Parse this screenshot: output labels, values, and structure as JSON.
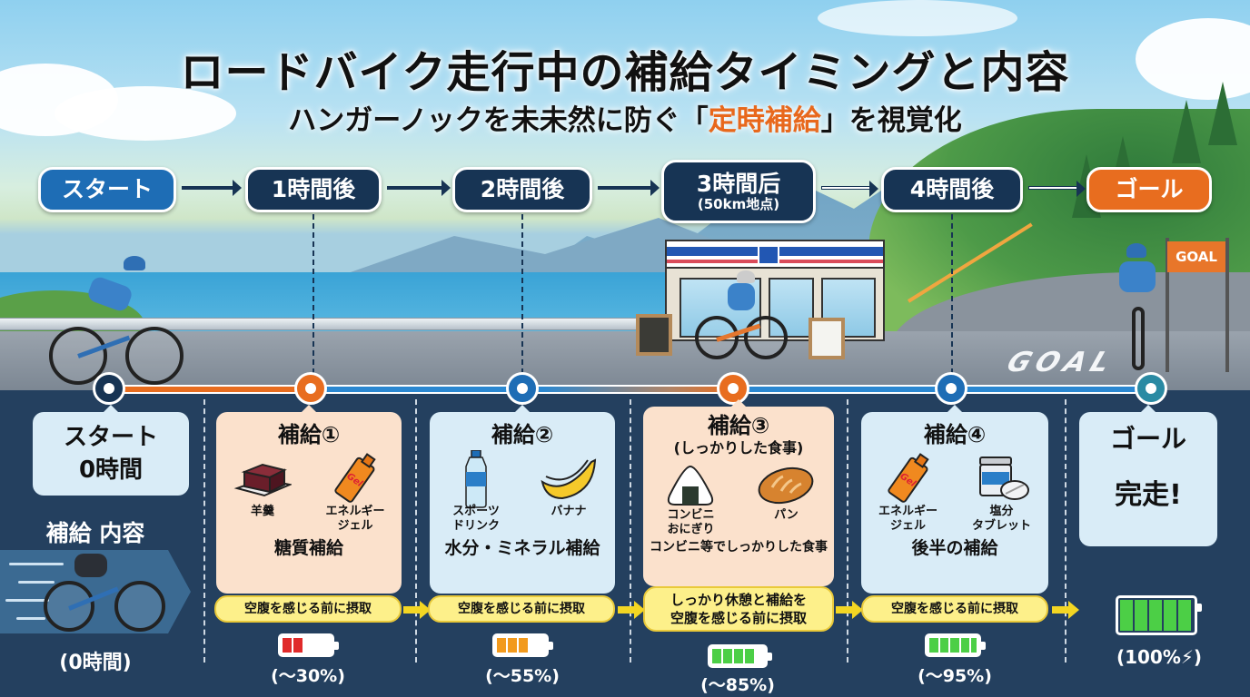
{
  "title": "ロードバイク走行中の補給タイミングと内容",
  "subtitle": {
    "before": "ハンガーノックを未未然に防ぐ「",
    "highlight": "定時補給",
    "after": "」を視覚化"
  },
  "colors": {
    "navy": "#173454",
    "blue": "#1e6db5",
    "orange": "#e86d1f",
    "panel": "#24405f",
    "pill": "#fdf08a",
    "battery_red": "#e02a2a",
    "battery_orange": "#f29a1d",
    "battery_green": "#4ccf46"
  },
  "steps": [
    {
      "label": "スタート",
      "sub": "",
      "style": "blue"
    },
    {
      "label": "1時間後",
      "sub": "",
      "style": "navy"
    },
    {
      "label": "2時間後",
      "sub": "",
      "style": "navy"
    },
    {
      "label": "3時間后",
      "sub": "(50km地点)",
      "style": "navy"
    },
    {
      "label": "4時間後",
      "sub": "",
      "style": "navy"
    },
    {
      "label": "ゴール",
      "sub": "",
      "style": "orange"
    }
  ],
  "scene": {
    "road_marking": "GOAL",
    "goal_flag": "GOAL"
  },
  "start_card": {
    "title": "スタート",
    "time": "0時間"
  },
  "left_column": {
    "heading": "補給 内容",
    "time": "(0時間)"
  },
  "cards": [
    {
      "title": "補給①",
      "subtitle": "",
      "items": [
        {
          "icon": "yokan-icon",
          "label": "羊羹"
        },
        {
          "icon": "energy-gel-icon",
          "label": "エネルギー\nジェル"
        }
      ],
      "category": "糖質補給",
      "pill": "空腹を感じる前に摂取",
      "battery_pct": "(〜30%)",
      "battery_cells": 2,
      "battery_color": "#e02a2a",
      "style": "peach"
    },
    {
      "title": "補給②",
      "subtitle": "",
      "items": [
        {
          "icon": "sports-drink-bottle-icon",
          "label": "スポーツ\nドリンク"
        },
        {
          "icon": "banana-icon",
          "label": "バナナ"
        }
      ],
      "category": "水分・ミネラル補給",
      "pill": "空腹を感じる前に摂取",
      "battery_pct": "(〜55%)",
      "battery_cells": 3,
      "battery_color": "#f29a1d",
      "style": "blue"
    },
    {
      "title": "補給③",
      "subtitle": "(しっかりした食事)",
      "items": [
        {
          "icon": "onigiri-icon",
          "label": "コンビニ\nおにぎり"
        },
        {
          "icon": "bread-icon",
          "label": "パン"
        }
      ],
      "category": "コンビニ等でしっかりした食事",
      "pill": "しっかり休憩と補給を\n空腹を感じる前に摂取",
      "battery_pct": "(〜85%)",
      "battery_cells": 4,
      "battery_color": "#4ccf46",
      "style": "peach"
    },
    {
      "title": "補給④",
      "subtitle": "",
      "items": [
        {
          "icon": "energy-gel-icon",
          "label": "エネルギー\nジェル"
        },
        {
          "icon": "salt-tablet-icon",
          "label": "塩分\nタブレット"
        }
      ],
      "category": "後半の補給",
      "pill": "空腹を感じる前に摂取",
      "battery_pct": "(〜95%)",
      "battery_cells": 5,
      "battery_color": "#4ccf46",
      "style": "blue"
    }
  ],
  "goal_card": {
    "title": "ゴール",
    "message": "完走!",
    "battery_pct": "(100%⚡)",
    "battery_cells": 5
  },
  "icons": {
    "gel_text": "Gel",
    "salt_label": "塩分"
  }
}
